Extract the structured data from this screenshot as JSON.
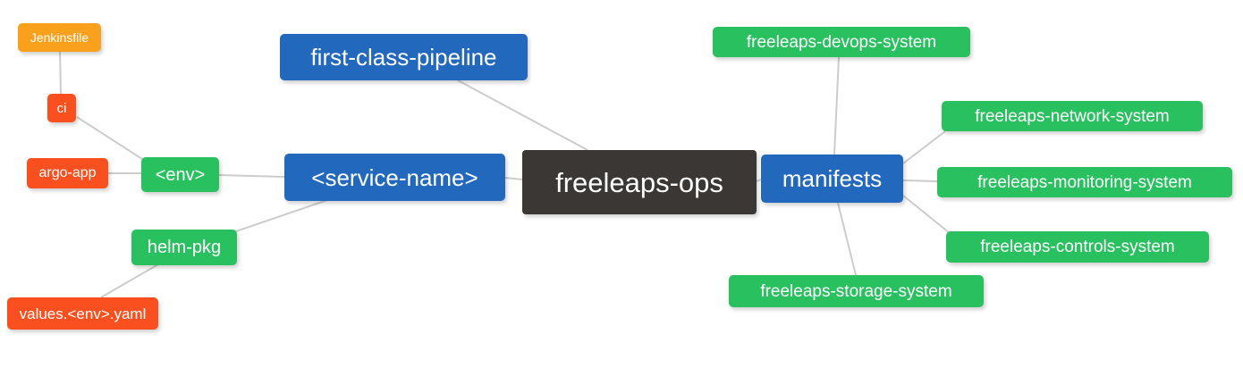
{
  "diagram": {
    "type": "mindmap",
    "root_label": "freeleaps-ops"
  },
  "colors": {
    "root": "#3B3734",
    "blue": "#2269BD",
    "green": "#29C05F",
    "red": "#FA4F1E",
    "orange": "#F9A11C",
    "edge": "#cccccc",
    "text": "#ffffff",
    "background": "#ffffff"
  },
  "nodes": {
    "root": {
      "label": "freeleaps-ops"
    },
    "fcp": {
      "label": "first-class-pipeline"
    },
    "service": {
      "label": "<service-name>"
    },
    "env": {
      "label": "<env>"
    },
    "ci": {
      "label": "ci"
    },
    "jenkinsfile": {
      "label": "Jenkinsfile"
    },
    "argo": {
      "label": "argo-app"
    },
    "helm": {
      "label": "helm-pkg"
    },
    "values": {
      "label": "values.<env>.yaml"
    },
    "manifests": {
      "label": "manifests"
    },
    "devops": {
      "label": "freeleaps-devops-system"
    },
    "network": {
      "label": "freeleaps-network-system"
    },
    "monitoring": {
      "label": "freeleaps-monitoring-system"
    },
    "controls": {
      "label": "freeleaps-controls-system"
    },
    "storage": {
      "label": "freeleaps-storage-system"
    }
  },
  "edges": [
    {
      "from": "jenkinsfile",
      "to": "ci"
    },
    {
      "from": "ci",
      "to": "env"
    },
    {
      "from": "argo",
      "to": "env"
    },
    {
      "from": "env",
      "to": "service"
    },
    {
      "from": "helm",
      "to": "service"
    },
    {
      "from": "values",
      "to": "helm"
    },
    {
      "from": "fcp",
      "to": "root"
    },
    {
      "from": "service",
      "to": "root"
    },
    {
      "from": "root",
      "to": "manifests"
    },
    {
      "from": "manifests",
      "to": "devops"
    },
    {
      "from": "manifests",
      "to": "network"
    },
    {
      "from": "manifests",
      "to": "monitoring"
    },
    {
      "from": "manifests",
      "to": "controls"
    },
    {
      "from": "manifests",
      "to": "storage"
    }
  ]
}
